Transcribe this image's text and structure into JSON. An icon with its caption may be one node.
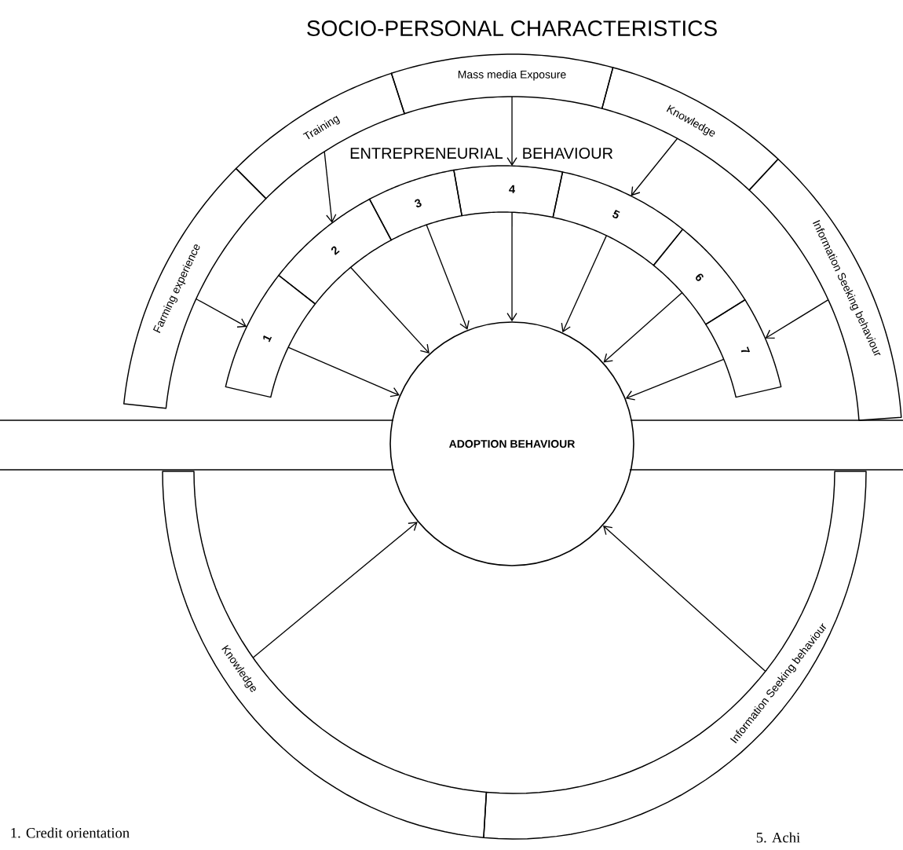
{
  "diagram": {
    "title": "SOCIO-PERSONAL CHARACTERISTICS",
    "nodes": [
      {
        "text": [
          "Farming experience"
        ]
      },
      {
        "text": [
          "Training"
        ]
      },
      {
        "text": [
          "Mass media Exposure"
        ]
      },
      {
        "text": [
          "Knowledge"
        ]
      },
      {
        "text": [
          "Information Seeking behaviour"
        ]
      },
      {
        "text": [
          "1"
        ]
      },
      {
        "text": [
          "2"
        ]
      },
      {
        "text": [
          "3"
        ]
      },
      {
        "text": [
          "4"
        ]
      },
      {
        "text": [
          "5"
        ]
      },
      {
        "text": [
          "6"
        ]
      },
      {
        "text": [
          "7"
        ]
      },
      {
        "text": [
          "ADOPTION BEHAVIOUR"
        ]
      },
      {
        "text": [
          "Knowledge"
        ]
      },
      {
        "text": [
          "Information Seeking behaviour"
        ]
      }
    ],
    "edges": [
      {
        "from": 0,
        "to": 5,
        "arrow": "to"
      },
      {
        "from": 1,
        "to": 6,
        "arrow": "to"
      },
      {
        "from": 2,
        "to": 8,
        "arrow": "to"
      },
      {
        "from": 3,
        "to": 9,
        "arrow": "to"
      },
      {
        "from": 4,
        "to": 11,
        "arrow": "to"
      },
      {
        "from": 5,
        "to": 12,
        "arrow": "to"
      },
      {
        "from": 6,
        "to": 12,
        "arrow": "to"
      },
      {
        "from": 7,
        "to": 12,
        "arrow": "to"
      },
      {
        "from": 8,
        "to": 12,
        "arrow": "to"
      },
      {
        "from": 9,
        "to": 12,
        "arrow": "to"
      },
      {
        "from": 10,
        "to": 12,
        "arrow": "to"
      },
      {
        "from": 11,
        "to": 12,
        "arrow": "to"
      },
      {
        "from": 13,
        "to": 12,
        "arrow": "to"
      },
      {
        "from": 14,
        "to": 12,
        "arrow": "to"
      }
    ],
    "labels": [
      "ENTREPRENEURIAL BEHAVIOUR",
      "1. Credit orientation",
      "5. Achi"
    ]
  }
}
